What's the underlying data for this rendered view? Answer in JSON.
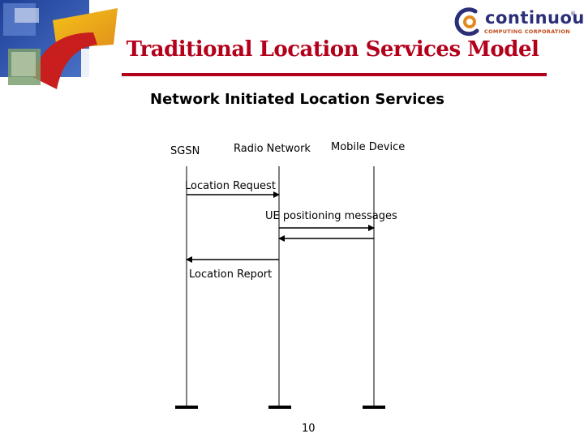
{
  "slide": {
    "title": "Traditional Location Services Model",
    "subtitle": "Network Initiated Location Services",
    "page_number": "10"
  },
  "logo": {
    "name": "continuous",
    "reg_mark": "®",
    "tagline": "COMPUTING CORPORATION"
  },
  "diagram": {
    "lifelines": [
      {
        "label": "SGSN"
      },
      {
        "label": "Radio Network"
      },
      {
        "label": "Mobile Device"
      }
    ],
    "messages": [
      {
        "label": "Location Request",
        "from": "SGSN",
        "to": "Radio Network"
      },
      {
        "label": "UE positioning messages",
        "from": "Radio Network",
        "to": "Mobile Device"
      },
      {
        "label": "",
        "from": "Mobile Device",
        "to": "Radio Network"
      },
      {
        "label": "Location Report",
        "from": "Radio Network",
        "to": "SGSN"
      }
    ]
  },
  "colors": {
    "title": "#b3001b",
    "rule": "#b3001b",
    "logo_blue": "#2a2f78",
    "logo_orange": "#e08a1e"
  }
}
